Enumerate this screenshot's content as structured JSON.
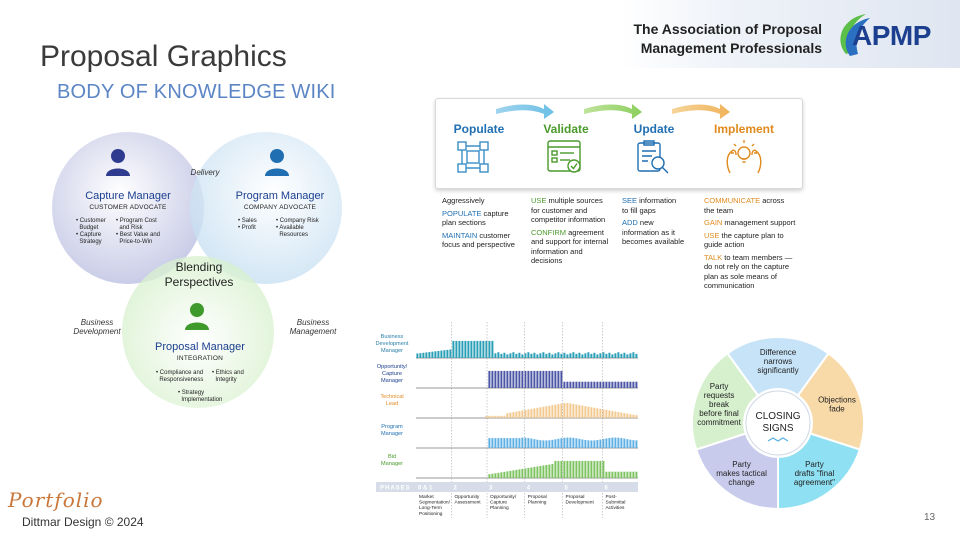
{
  "header": {
    "title": "Proposal Graphics",
    "subtitle": "BODY OF KNOWLEDGE WIKI",
    "assoc_line1": "The Association of Proposal",
    "assoc_line2": "Management Professionals",
    "logo_text": "APMP"
  },
  "venn": {
    "center_line1": "Blending",
    "center_line2": "Perspectives",
    "delivery": "Delivery",
    "bizdev_line1": "Business",
    "bizdev_line2": "Development",
    "bizmgmt_line1": "Business",
    "bizmgmt_line2": "Management",
    "capture": {
      "role": "Capture Manager",
      "tag": "CUSTOMER ADVOCATE",
      "col1": [
        "• Customer",
        "  Budget",
        "• Capture",
        "  Strategy"
      ],
      "col2": [
        "• Program Cost",
        "  and Risk",
        "• Best Value and",
        "  Price-to-Win"
      ]
    },
    "program": {
      "role": "Program Manager",
      "tag": "COMPANY ADVOCATE",
      "col1": [
        "• Sales",
        "• Profit"
      ],
      "col2": [
        "• Company Risk",
        "• Available",
        "  Resources"
      ]
    },
    "proposal": {
      "role": "Proposal Manager",
      "tag": "INTEGRATION",
      "col1": [
        "• Compliance and",
        "  Responsiveness"
      ],
      "col2": [
        "• Ethics and",
        "  Integrity"
      ],
      "col3": [
        "• Strategy",
        "  Implementation"
      ]
    },
    "colors": {
      "capture": "#b9bde0",
      "program": "#c6dff2",
      "proposal": "#d3efc8"
    }
  },
  "phases": {
    "items": [
      {
        "title": "Populate",
        "color": "#1f6fb2"
      },
      {
        "title": "Validate",
        "color": "#4a9a2c"
      },
      {
        "title": "Update",
        "color": "#1f6fb2"
      },
      {
        "title": "Implement",
        "color": "#e08a1e"
      }
    ],
    "populate_desc": [
      {
        "kw": "",
        "text": "Aggressively"
      },
      {
        "kw": "POPULATE",
        "text": " capture"
      },
      {
        "kw": "",
        "text": "plan sections"
      },
      {
        "kw": "MAINTAIN",
        "text": " customer"
      },
      {
        "kw": "",
        "text": "focus and perspective"
      }
    ],
    "validate_desc": [
      {
        "kw": "USE",
        "text": " multiple sources"
      },
      {
        "kw": "",
        "text": "for customer and"
      },
      {
        "kw": "",
        "text": "competitor information"
      },
      {
        "kw": "CONFIRM",
        "text": " agreement"
      },
      {
        "kw": "",
        "text": "and support for internal"
      },
      {
        "kw": "",
        "text": "information and"
      },
      {
        "kw": "",
        "text": "decisions"
      }
    ],
    "update_desc": [
      {
        "kw": "SEE",
        "text": " information"
      },
      {
        "kw": "",
        "text": "to fill gaps"
      },
      {
        "kw": "ADD",
        "text": " new"
      },
      {
        "kw": "",
        "text": "information as it"
      },
      {
        "kw": "",
        "text": "becomes available"
      }
    ],
    "implement_desc": [
      {
        "kw": "COMMUNICATE",
        "text": " across"
      },
      {
        "kw": "",
        "text": "the team"
      },
      {
        "kw": "GAIN",
        "text": " management support"
      },
      {
        "kw": "USE",
        "text": " the capture plan to"
      },
      {
        "kw": "",
        "text": "guide action"
      },
      {
        "kw": "TALK",
        "text": " to team members —"
      },
      {
        "kw": "",
        "text": "do not rely on the capture"
      },
      {
        "kw": "",
        "text": "plan as sole means of"
      },
      {
        "kw": "",
        "text": "communication"
      }
    ]
  },
  "resource_chart": {
    "roles": [
      {
        "label": [
          "Business",
          "Development",
          "Manager"
        ],
        "color": "#2aa0b8",
        "label_color": "#2a7fa8"
      },
      {
        "label": [
          "Opportunity/",
          "Capture",
          "Manager"
        ],
        "color": "#4b56a6",
        "label_color": "#1c3f8f"
      },
      {
        "label": [
          "Technical",
          "Lead"
        ],
        "color": "#f2c98e",
        "label_color": "#e08a1e"
      },
      {
        "label": [
          "Program",
          "Manager"
        ],
        "color": "#5fb0e4",
        "label_color": "#1f6fb2"
      },
      {
        "label": [
          "Bid",
          "Manager"
        ],
        "color": "#7dc35f",
        "label_color": "#4a9a2c"
      }
    ],
    "phases_label": "PHASES",
    "phases": [
      {
        "num": "0 & 1",
        "label": [
          "Market",
          "Segmentation/",
          "Long-Term",
          "Positioning"
        ]
      },
      {
        "num": "2",
        "label": [
          "Opportunity",
          "Assessment"
        ]
      },
      {
        "num": "3",
        "label": [
          "Opportunity/",
          "Capture",
          "Planning"
        ]
      },
      {
        "num": "4",
        "label": [
          "Proposal",
          "Planning"
        ]
      },
      {
        "num": "5",
        "label": [
          "Proposal",
          "Development"
        ]
      },
      {
        "num": "6",
        "label": [
          "Post-",
          "Submittal",
          "Activities"
        ]
      }
    ]
  },
  "closing_signs": {
    "center_line1": "CLOSING",
    "center_line2": "SIGNS",
    "segments": [
      {
        "lines": [
          "Difference",
          "narrows",
          "significantly"
        ],
        "color": "#c7e3f7"
      },
      {
        "lines": [
          "Objections",
          "fade"
        ],
        "color": "#f8d9a8"
      },
      {
        "lines": [
          "Party",
          "drafts \"final",
          "agreement\""
        ],
        "color": "#8fe0f2"
      },
      {
        "lines": [
          "Party",
          "makes tactical",
          "change"
        ],
        "color": "#c9cbec"
      },
      {
        "lines": [
          "Party",
          "requests",
          "break",
          "before final",
          "commitment"
        ],
        "color": "#d6f0cd"
      }
    ]
  },
  "footer": {
    "portfolio": "Portfolio",
    "copyright": "Dittmar Design © 2024",
    "page": "13"
  }
}
